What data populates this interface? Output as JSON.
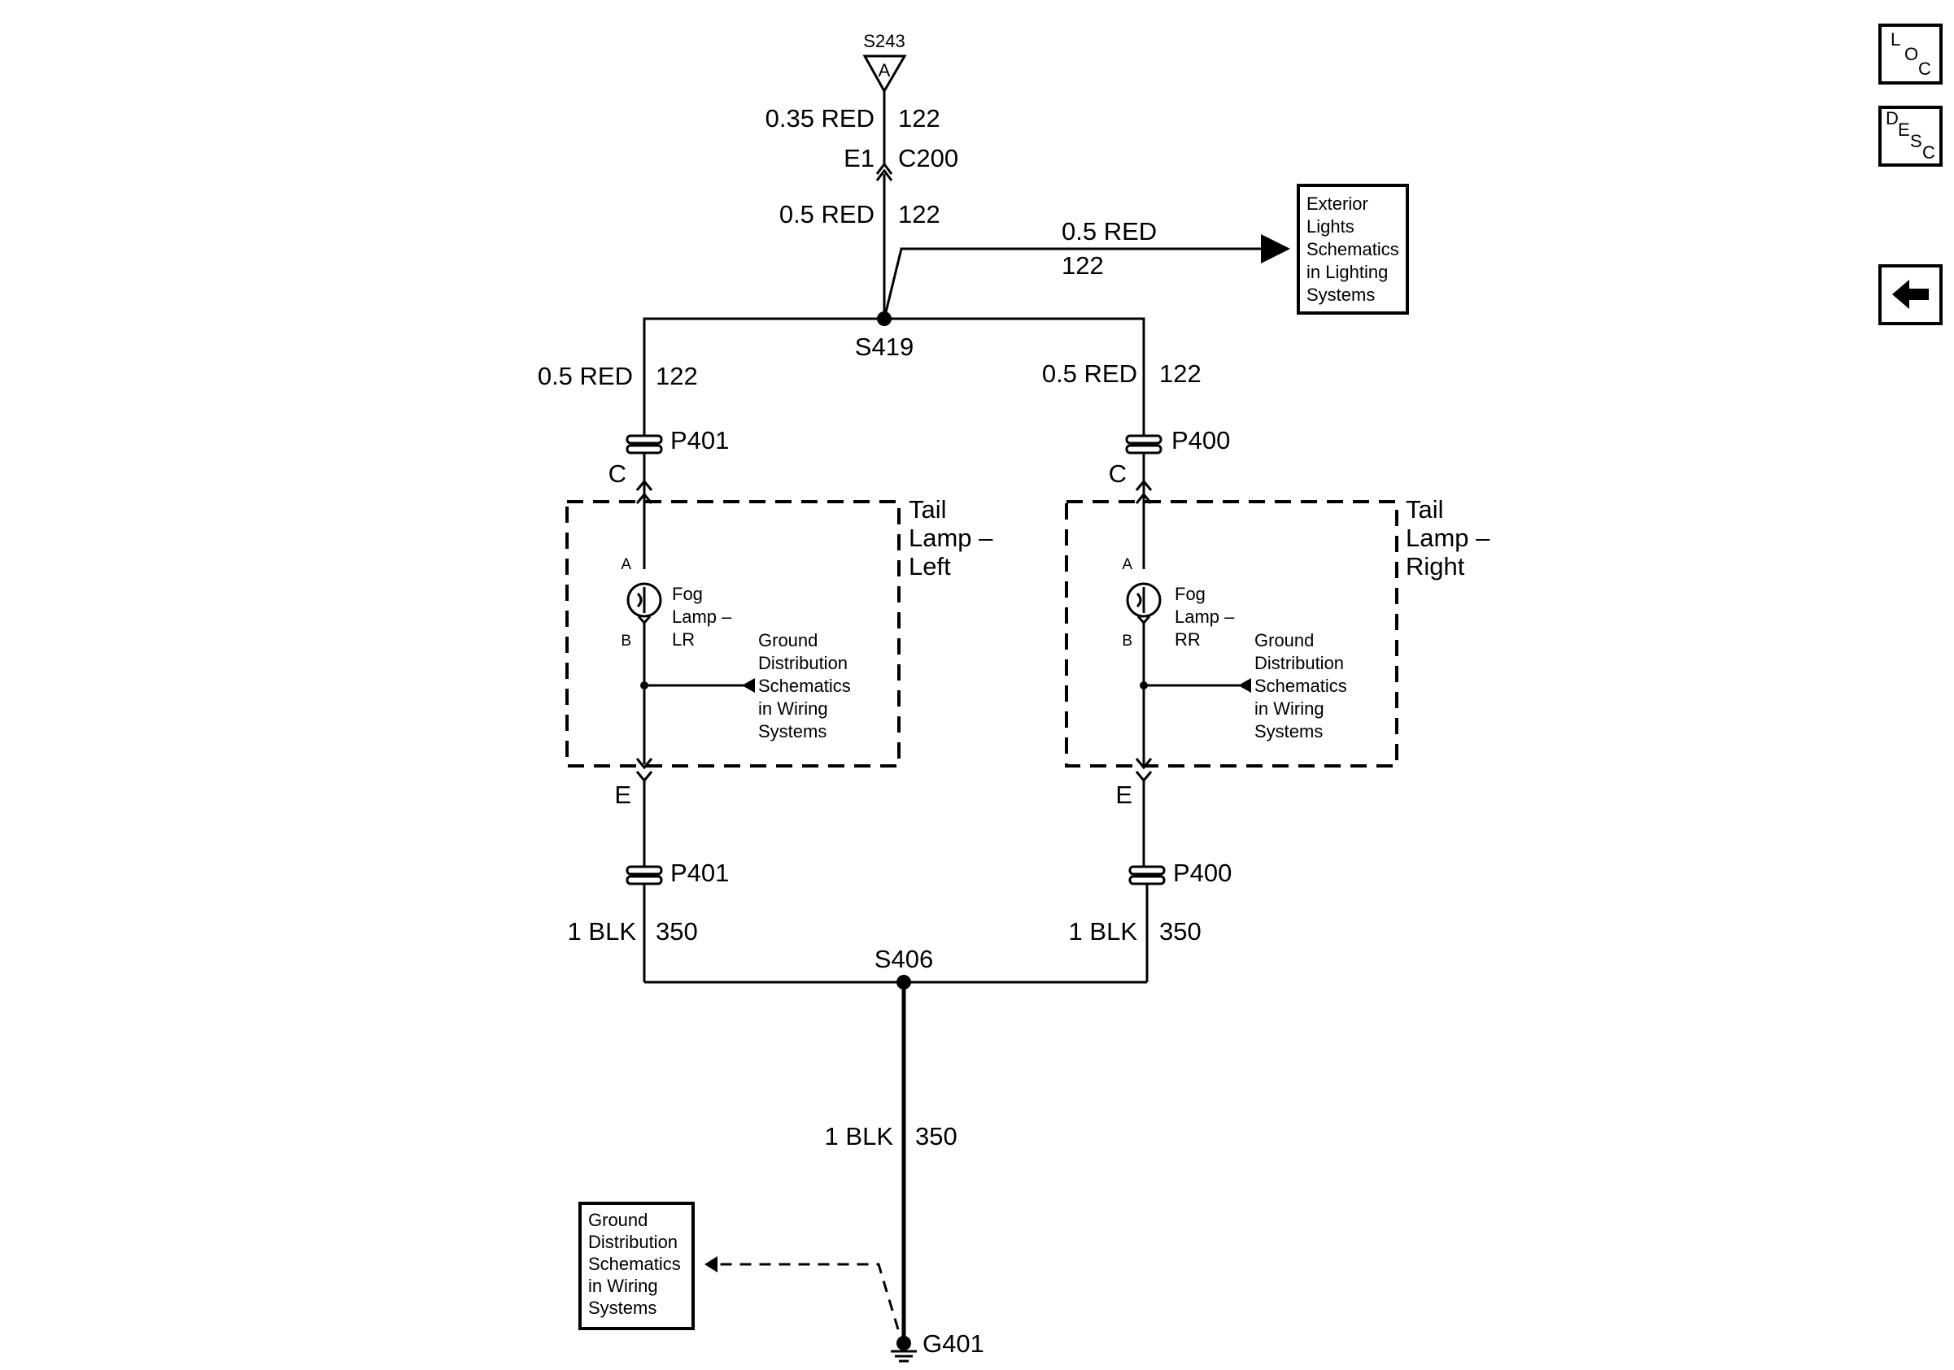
{
  "splices": {
    "top": "S243",
    "top_letter": "A",
    "mid": "S419",
    "bottom": "S406",
    "ground": "G401"
  },
  "top_feed": {
    "wire1_gauge_color": "0.35 RED",
    "wire1_circuit": "122",
    "conn_pin": "E1",
    "conn_name": "C200",
    "wire2_gauge_color": "0.5 RED",
    "wire2_circuit": "122"
  },
  "branch_right_feed": {
    "gauge_color": "0.5 RED",
    "circuit": "122"
  },
  "exterior_ref": [
    "Exterior",
    "Lights",
    "Schematics",
    "in Lighting",
    "Systems"
  ],
  "left": {
    "feed_gauge_color": "0.5 RED",
    "feed_circuit": "122",
    "conn_top": "P401",
    "pin_top": "C",
    "lamp_title": [
      "Tail",
      "Lamp –",
      "Left"
    ],
    "pin_a": "A",
    "pin_b": "B",
    "fog_label": [
      "Fog",
      "Lamp –",
      "LR"
    ],
    "ground_ref": [
      "Ground",
      "Distribution",
      "Schematics",
      "in Wiring",
      "Systems"
    ],
    "pin_bottom": "E",
    "conn_bottom": "P401",
    "gnd_gauge_color": "1 BLK",
    "gnd_circuit": "350"
  },
  "right": {
    "feed_gauge_color": "0.5 RED",
    "feed_circuit": "122",
    "conn_top": "P400",
    "pin_top": "C",
    "lamp_title": [
      "Tail",
      "Lamp –",
      "Right"
    ],
    "pin_a": "A",
    "pin_b": "B",
    "fog_label": [
      "Fog",
      "Lamp –",
      "RR"
    ],
    "ground_ref": [
      "Ground",
      "Distribution",
      "Schematics",
      "in Wiring",
      "Systems"
    ],
    "pin_bottom": "E",
    "conn_bottom": "P400",
    "gnd_gauge_color": "1 BLK",
    "gnd_circuit": "350"
  },
  "ground_feed": {
    "gauge_color": "1 BLK",
    "circuit": "350"
  },
  "ground_ref_box": [
    "Ground",
    "Distribution",
    "Schematics",
    "in Wiring",
    "Systems"
  ],
  "nav": {
    "loc": {
      "l1": "L",
      "l2": "O",
      "l3": "C"
    },
    "desc": {
      "l1": "D",
      "l2": "E",
      "l3": "S",
      "l4": "C"
    },
    "back_icon": "left-arrow-icon"
  }
}
